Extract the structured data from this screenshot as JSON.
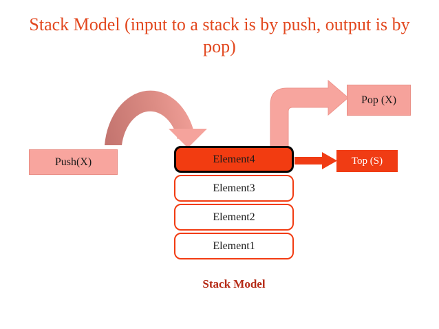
{
  "slide": {
    "title": "Stack Model (input to a stack is by push, output is by pop)",
    "caption": "Stack Model"
  },
  "diagram": {
    "push_label": "Push(X)",
    "pop_label": "Pop (X)",
    "top_label": "Top (S)",
    "stack_items": [
      "Element4",
      "Element3",
      "Element2",
      "Element1"
    ],
    "colors": {
      "accent_red": "#f23c11",
      "salmon_fill": "#f6a29b",
      "salmon_border": "#e98d84",
      "arc_dark_rose": "#c2736e",
      "title_red": "#e2481f",
      "caption_red": "#b52a16",
      "top_of_stack_border": "#000000"
    }
  }
}
